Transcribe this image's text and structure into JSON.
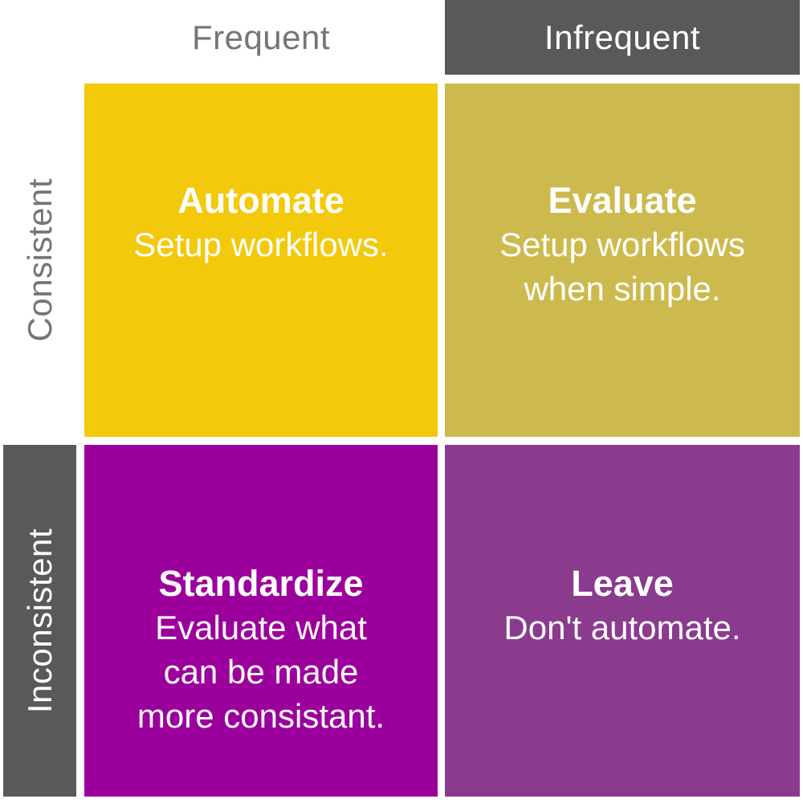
{
  "matrix": {
    "column_headers": [
      {
        "id": "frequent",
        "label": "Frequent"
      },
      {
        "id": "infrequent",
        "label": "Infrequent"
      }
    ],
    "row_headers": [
      {
        "id": "consistent",
        "label": "Consistent"
      },
      {
        "id": "inconsistent",
        "label": "Inconsistent"
      }
    ],
    "quadrants": [
      {
        "title": "Automate",
        "description": "Setup workflows.",
        "color": "#F3C90B"
      },
      {
        "title": "Evaluate",
        "description": "Setup workflows\nwhen simple.",
        "color": "#CDBA4E"
      },
      {
        "title": "Standardize",
        "description": "Evaluate what\ncan be made\nmore consistant.",
        "color": "#9C009C"
      },
      {
        "title": "Leave",
        "description": "Don't automate.",
        "color": "#8A3B8E"
      }
    ],
    "colors": {
      "header_bar": "#595959",
      "muted_label_text": "#757575",
      "quadrant_text": "#FFFFFF",
      "background": "#FFFFFF"
    }
  }
}
